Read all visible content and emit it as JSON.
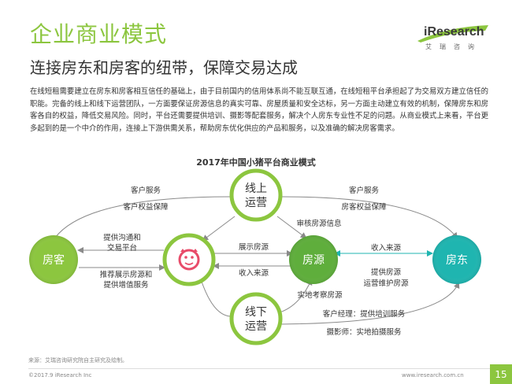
{
  "header": {
    "title": "企业商业模式",
    "subtitle": "连接房东和房客的纽带，保障交易达成"
  },
  "logo": {
    "text": "iResearch",
    "cn": "艾瑞咨询"
  },
  "intro_text": "在线短租需要建立在房东和房客相互信任的基础上，由于目前国内的信用体系尚不能互联互通，在线短租平台承担起了为交易双方建立信任的职能。完备的线上和线下运营团队，一方面要保证房源信息的真实可靠、房屋质量和安全达标，另一方面主动建立有效的机制，保障房东和房客各自的权益，降低交易风险。同时，平台还需要提供培训、摄影等配套服务，解决个人房东专业性不足的问题。从商业模式上来看，平台更多起到的是一个中介的作用，连接上下游供需关系，帮助房东优化供应的产品和服务，以及准确的解决房客需求。",
  "diagram": {
    "title": "2017年中国小猪平台商业模式",
    "nodes": {
      "online": "线上\n运营",
      "offline": "线下\n运营",
      "tenant": "房客",
      "listing": "房源",
      "landlord": "房东",
      "platform_icon": "xiaozhu-logo-icon"
    },
    "labels": {
      "top_left_1": "客户服务",
      "top_left_2": "客户权益保障",
      "top_right_1": "客户服务",
      "top_right_2": "房客权益保障",
      "audit": "审核房源信息",
      "comm_1": "提供沟通和",
      "comm_2": "交易平台",
      "recommend_1": "推荐展示房源和",
      "recommend_2": "提供增值服务",
      "show": "展示房源",
      "income_left": "收入来源",
      "income_right": "收入来源",
      "provide_1": "提供房源",
      "provide_2": "运营维护房源",
      "inspect": "实地考察房源",
      "manager": "客户经理：提供培训服务",
      "photographer": "摄影师：实地拍摄服务"
    },
    "colors": {
      "green": "#8cc63f",
      "green_dark": "#5fae3c",
      "teal": "#1fb5b0",
      "gradient_end": "#4aa3df",
      "arrow": "#8a8a8a",
      "pink": "#e84c6a"
    }
  },
  "source": "来源：艾瑞咨询研究院自主研究及绘制。",
  "footer": {
    "copyright": "©2017.9 iResearch Inc",
    "url": "www.iresearch.com.cn",
    "page": "15"
  }
}
